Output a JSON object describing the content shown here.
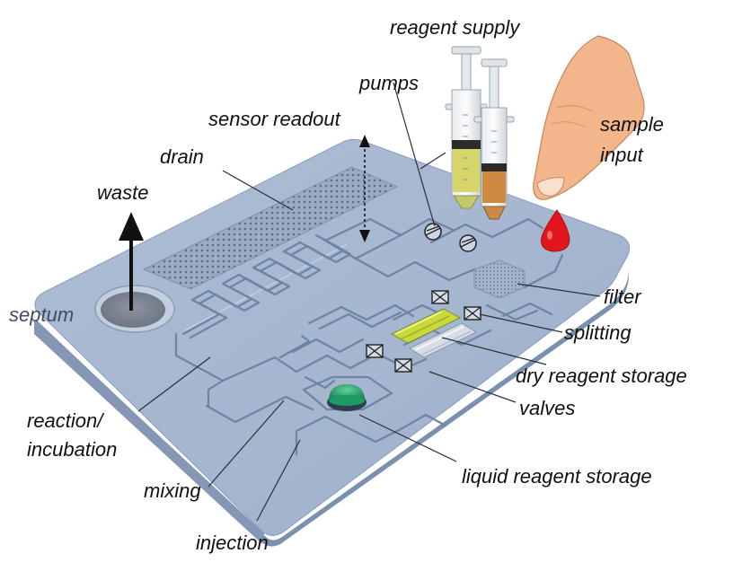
{
  "labels": {
    "reagent_supply": "reagent supply",
    "pumps": "pumps",
    "sensor_readout": "sensor readout",
    "sample_input_line1": "sample",
    "sample_input_line2": "input",
    "drain": "drain",
    "waste": "waste",
    "septum": "septum",
    "filter": "filter",
    "splitting": "splitting",
    "dry_reagent_storage": "dry reagent storage",
    "valves": "valves",
    "reaction_line1": "reaction/",
    "reaction_line2": "incubation",
    "mixing": "mixing",
    "liquid_reagent_storage": "liquid reagent storage",
    "injection": "injection"
  },
  "colors": {
    "chip_top": "#a6b6cf",
    "chip_side": "#7f93b3",
    "channel": "#6d84a4",
    "reagent_yellow": "#d6d56a",
    "reagent_orange": "#d08a3e",
    "sample_drop": "#e0161c",
    "liquid_reagent": "#1f9a63",
    "finger": "#f3b68a",
    "dry_reagent": "#c9d93a"
  }
}
